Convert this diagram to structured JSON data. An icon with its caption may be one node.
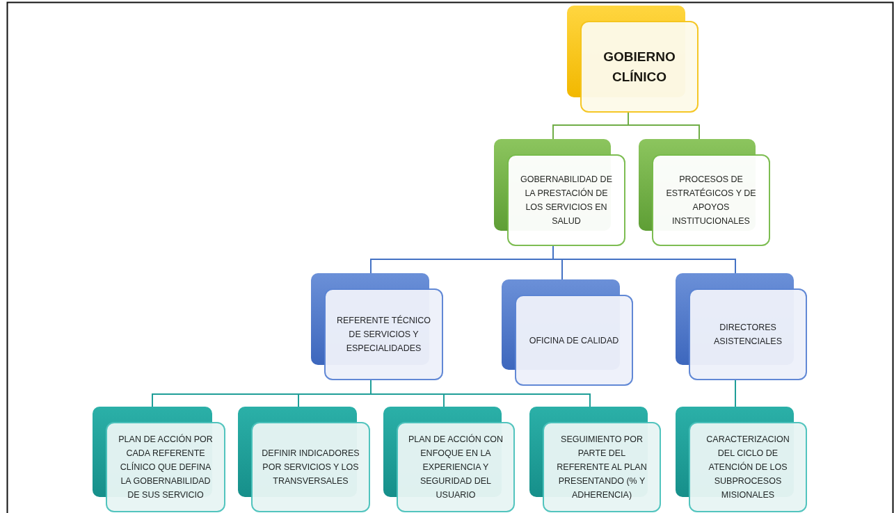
{
  "diagram": {
    "nodes": [
      {
        "text": [
          "GOBIERNO CLÍNICO"
        ]
      },
      {
        "text": [
          "GOBERNABILIDAD DE LA PRESTACIÓN DE LOS SERVICIOS EN SALUD"
        ]
      },
      {
        "text": [
          "PROCESOS DE ESTRATÉGICOS Y DE APOYOS INSTITUCIONALES"
        ]
      },
      {
        "text": [
          "REFERENTE TÉCNICO DE SERVICIOS Y ESPECIALIDADES"
        ]
      },
      {
        "text": [
          "OFICINA DE CALIDAD"
        ]
      },
      {
        "text": [
          "DIRECTORES ASISTENCIALES"
        ]
      },
      {
        "text": [
          "PLAN DE ACCIÓN POR CADA REFERENTE CLÍNICO QUE DEFINA LA GOBERNABILIDAD DE SUS SERVICIO"
        ]
      },
      {
        "text": [
          "DEFINIR INDICADORES POR SERVICIOS Y LOS TRANSVERSALES"
        ]
      },
      {
        "text": [
          "PLAN DE ACCIÓN CON ENFOQUE EN LA EXPERIENCIA Y SEGURIDAD DEL USUARIO"
        ]
      },
      {
        "text": [
          "SEGUIMIENTO POR PARTE DEL REFERENTE AL PLAN PRESENTANDO (% Y ADHERENCIA)"
        ]
      },
      {
        "text": [
          "CARACTERIZACION DEL CICLO DE ATENCIÓN DE LOS SUBPROCESOS MISIONALES"
        ]
      }
    ],
    "edges": [
      {
        "from": 0,
        "to": 1,
        "arrow": "none",
        "color": "#70ad47"
      },
      {
        "from": 0,
        "to": 2,
        "arrow": "none",
        "color": "#70ad47"
      },
      {
        "from": 1,
        "to": 3,
        "arrow": "none",
        "color": "#4472c4"
      },
      {
        "from": 1,
        "to": 4,
        "arrow": "none",
        "color": "#4472c4"
      },
      {
        "from": 1,
        "to": 5,
        "arrow": "none",
        "color": "#4472c4"
      },
      {
        "from": 3,
        "to": 6,
        "arrow": "none",
        "color": "#1f9e98"
      },
      {
        "from": 3,
        "to": 7,
        "arrow": "none",
        "color": "#1f9e98"
      },
      {
        "from": 3,
        "to": 8,
        "arrow": "none",
        "color": "#1f9e98"
      },
      {
        "from": 3,
        "to": 9,
        "arrow": "none",
        "color": "#1f9e98"
      },
      {
        "from": 5,
        "to": 10,
        "arrow": "none",
        "color": "#1f9e98"
      }
    ]
  }
}
